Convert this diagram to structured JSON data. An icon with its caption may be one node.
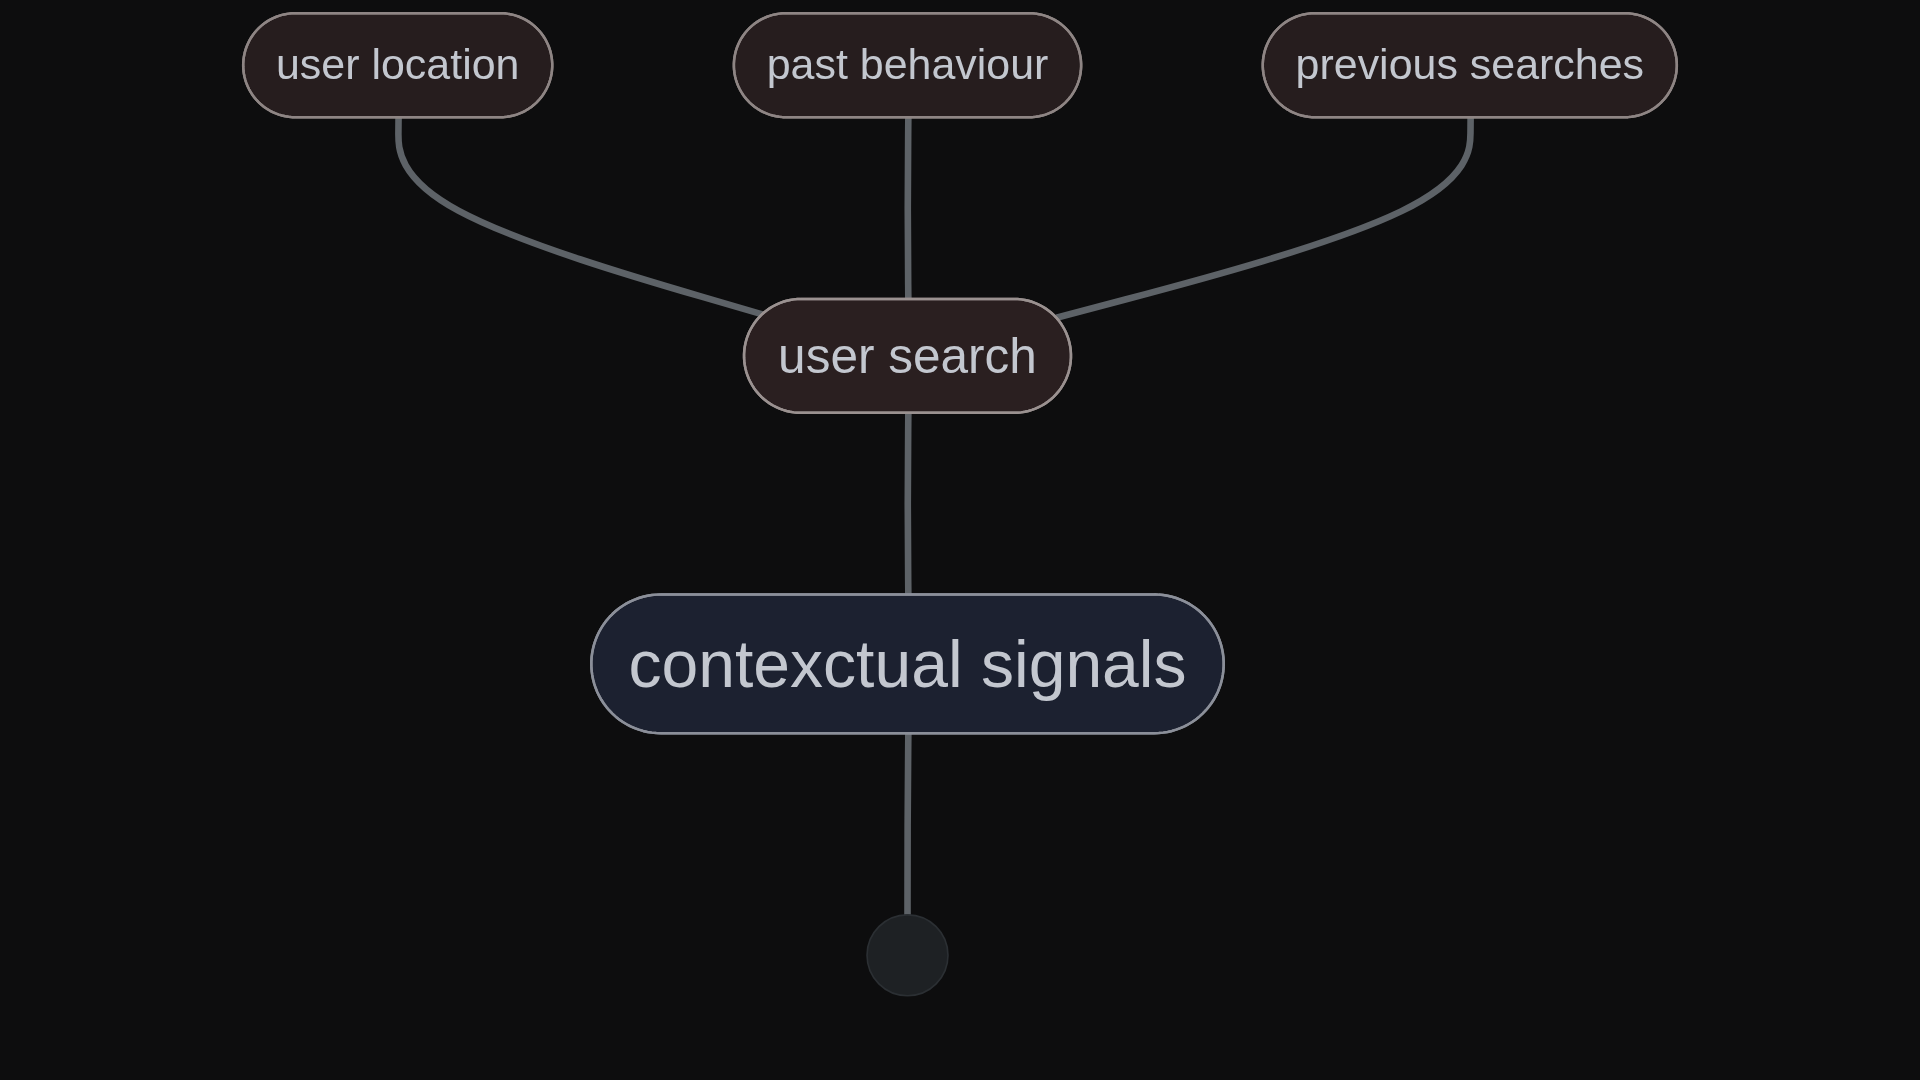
{
  "diagram": {
    "nodes": [
      {
        "text": [
          "past behaviour"
        ]
      },
      {
        "text": [
          "previous searches"
        ]
      },
      {
        "text": [
          "user location"
        ]
      },
      {
        "text": [
          "user search"
        ]
      },
      {
        "text": [
          "contexctual signals"
        ]
      },
      {
        "text": [],
        "shape": "circle"
      }
    ],
    "edges": [
      {
        "from": 2,
        "to": 3,
        "arrow": "none"
      },
      {
        "from": 0,
        "to": 3,
        "arrow": "none"
      },
      {
        "from": 1,
        "to": 3,
        "arrow": "none"
      },
      {
        "from": 3,
        "to": 4,
        "arrow": "none"
      },
      {
        "from": 4,
        "to": 5,
        "arrow": "none"
      }
    ]
  }
}
